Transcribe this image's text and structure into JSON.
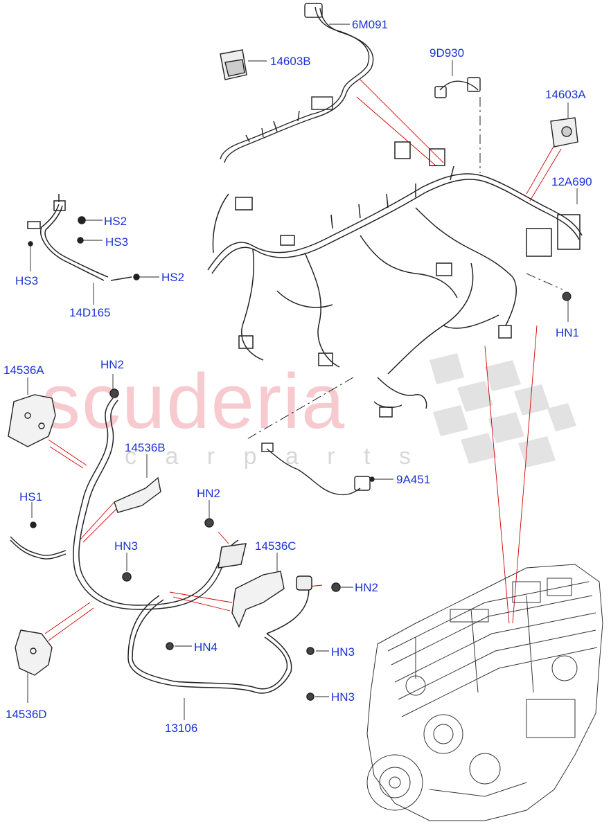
{
  "colors": {
    "label": "#1a33d6",
    "leader": "#d10000",
    "line": "#222222",
    "watermark": "#f3b9bf"
  },
  "watermark": {
    "word": "scuderia",
    "sub": "c a r p a r t s"
  },
  "labels": {
    "6M091": "6M091",
    "14603B": "14603B",
    "9D930": "9D930",
    "14603A": "14603A",
    "12A690": "12A690",
    "HS2_top": "HS2",
    "HS3_right": "HS3",
    "HS3_left": "HS3",
    "HS2_low": "HS2",
    "14D165": "14D165",
    "HN1": "HN1",
    "14536A": "14536A",
    "HN2_top": "HN2",
    "14536B": "14536B",
    "HS1": "HS1",
    "HN2_mid": "HN2",
    "HN3_left": "HN3",
    "14536C": "14536C",
    "HN2_right": "HN2",
    "HN4": "HN4",
    "HN3_r1": "HN3",
    "HN3_r2": "HN3",
    "14536D": "14536D",
    "13106": "13106",
    "9A451": "9A451"
  }
}
